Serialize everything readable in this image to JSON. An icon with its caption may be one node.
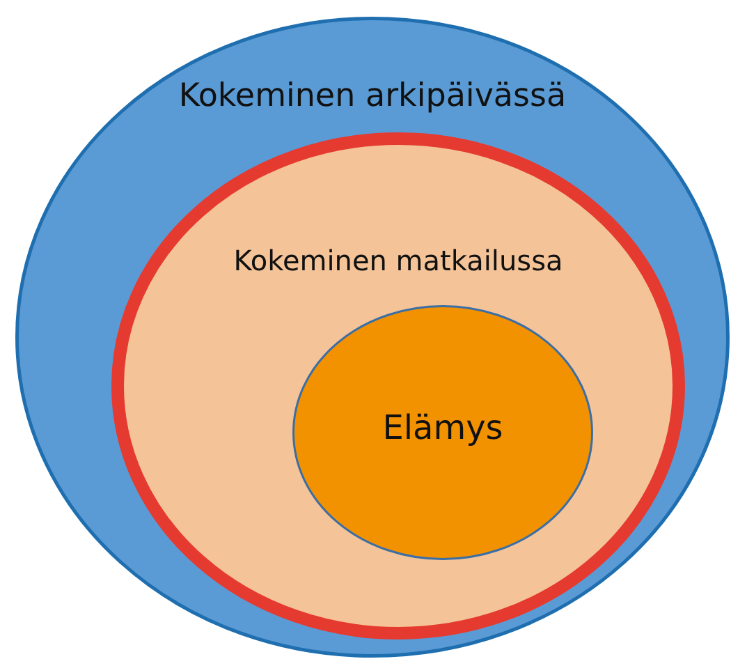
{
  "diagram": {
    "nodes": [
      {
        "text": [
          "Kokeminen arkipäivässä"
        ]
      },
      {
        "text": [
          "Kokeminen matkailussa"
        ],
        "in": 0
      },
      {
        "text": [
          "Elämys"
        ],
        "in": 1
      }
    ]
  }
}
